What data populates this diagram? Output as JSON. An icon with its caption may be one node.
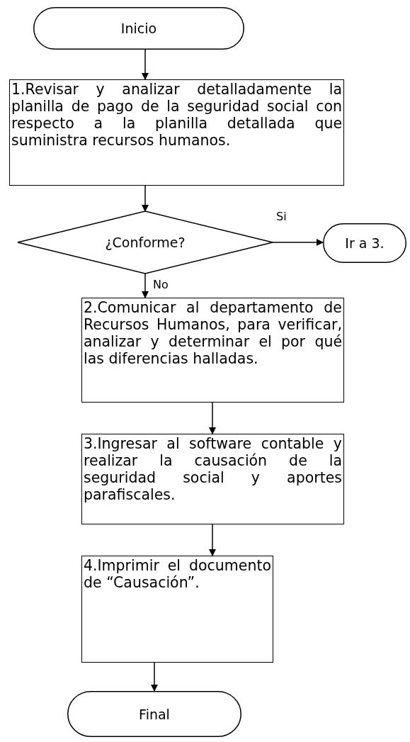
{
  "diagram": {
    "nodes": [
      {
        "text": [
          "Inicio"
        ]
      },
      {
        "text": [
          "1.Revisar y analizar detalladamente la planilla de pago de la seguridad social con respecto a la planilla detallada que suministra recursos humanos."
        ]
      },
      {
        "text": [
          "¿Conforme?"
        ]
      },
      {
        "text": [
          "Ir a 3."
        ]
      },
      {
        "text": [
          "2.Comunicar al departamento de Recursos Humanos, para verificar, analizar y determinar el por qué las diferencias halladas."
        ]
      },
      {
        "text": [
          "3.Ingresar al software contable y realizar la causación de la seguridad social y aportes parafiscales."
        ]
      },
      {
        "text": [
          "4.Imprimir el documento de “Causación”."
        ]
      },
      {
        "text": [
          "Final"
        ]
      }
    ],
    "edges": [
      {
        "from": 0,
        "to": 1,
        "arrow": "to"
      },
      {
        "from": 1,
        "to": 2,
        "arrow": "to"
      },
      {
        "from": 2,
        "to": 3,
        "arrow": "to",
        "label": "Si"
      },
      {
        "from": 2,
        "to": 4,
        "arrow": "to",
        "label": "No"
      },
      {
        "from": 4,
        "to": 5,
        "arrow": "to"
      },
      {
        "from": 5,
        "to": 6,
        "arrow": "to"
      },
      {
        "from": 6,
        "to": 7,
        "arrow": "to"
      }
    ]
  }
}
